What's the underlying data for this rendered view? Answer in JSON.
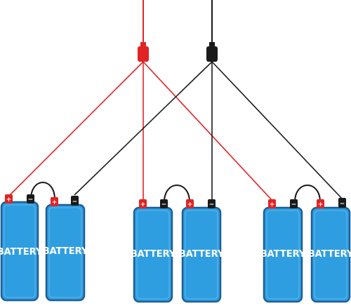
{
  "battery_label": "BATTERY",
  "terminal_symbols": {
    "positive": "+",
    "negative": "−"
  },
  "colors": {
    "positive_wire": "#e02424",
    "negative_wire": "#1a1a1a",
    "battery_body": "#2f9ee0",
    "battery_outline": "#1f5f96",
    "battery_text": "#ffffff"
  },
  "groups": [
    {
      "id": "left",
      "batteries": [
        "BATTERY",
        "BATTERY"
      ]
    },
    {
      "id": "middle",
      "batteries": [
        "BATTERY",
        "BATTERY"
      ]
    },
    {
      "id": "right",
      "batteries": [
        "BATTERY",
        "BATTERY"
      ]
    }
  ]
}
